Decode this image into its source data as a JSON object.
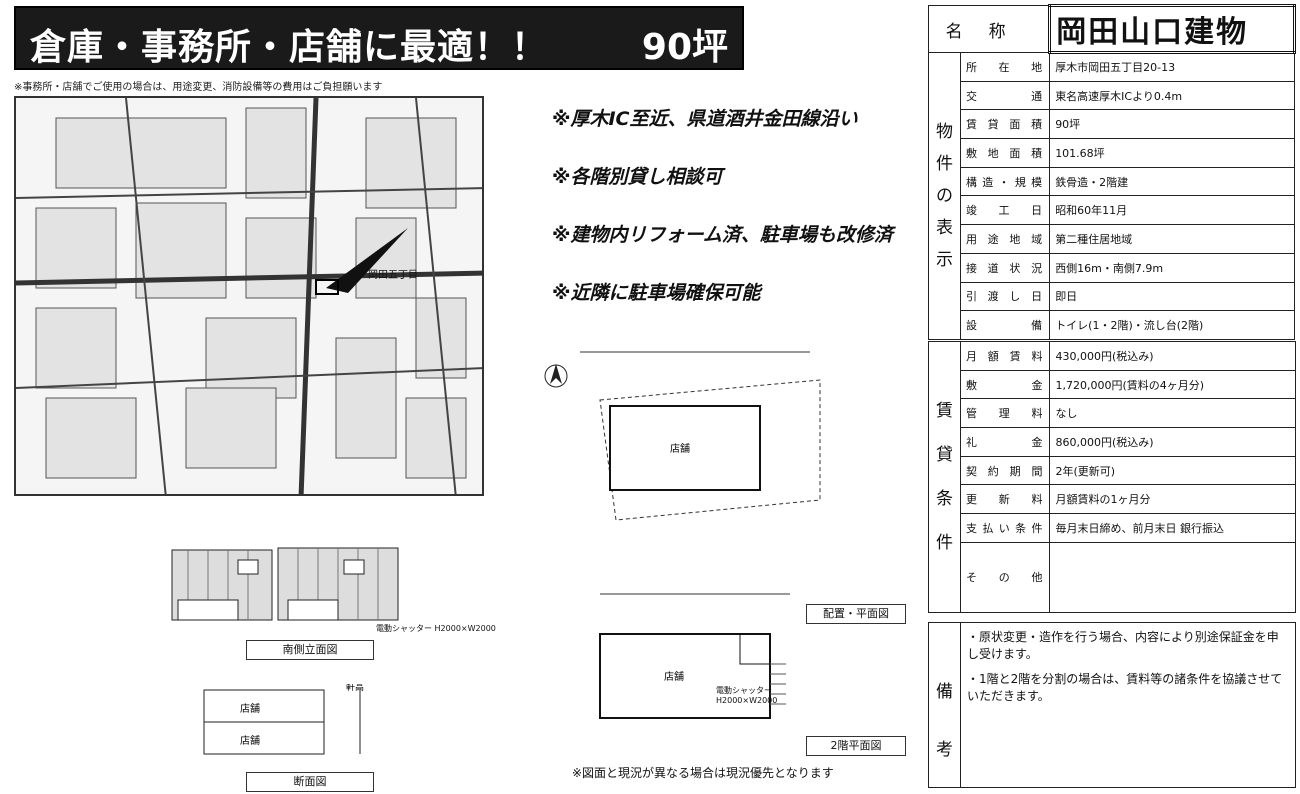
{
  "header": {
    "title": "倉庫・事務所・店舗に最適！！",
    "tsubo": "90坪",
    "note": "※事務所・店舗でご使用の場合は、用途変更、消防設備等の費用はご負担願います"
  },
  "highlights": [
    "※厚木IC至近、県道酒井金田線沿い",
    "※各階別貸し相談可",
    "※建物内リフォーム済、駐車場も改修済",
    "※近隣に駐車場確保可能"
  ],
  "drawings": {
    "south_elevation": "南側立面図",
    "section": "断面図",
    "site_plan": "配置・平面図",
    "floor2_plan": "2階平面図",
    "map_label": "岡田五丁目",
    "shop": "店舗",
    "shutter_1": "電動シャッター H2000×W2000",
    "shutter_2": "電動シャッター H2000×W2000",
    "ceiling": "軒高"
  },
  "property": {
    "name_label": "名称",
    "name": "岡田山口建物",
    "section_label": [
      "物",
      "件",
      "の",
      "表",
      "示"
    ],
    "rows": [
      {
        "label": "所在地",
        "value": "厚木市岡田五丁目20-13"
      },
      {
        "label": "交通",
        "value": "東名高速厚木ICより0.4m"
      },
      {
        "label": "賃貸面積",
        "value": "90坪"
      },
      {
        "label": "敷地面積",
        "value": "101.68坪"
      },
      {
        "label": "構造・規模",
        "value": "鉄骨造・2階建"
      },
      {
        "label": "竣工日",
        "value": "昭和60年11月"
      },
      {
        "label": "用途地域",
        "value": "第二種住居地域"
      },
      {
        "label": "接道状況",
        "value": "西側16m・南側7.9m"
      },
      {
        "label": "引渡し日",
        "value": "即日"
      },
      {
        "label": "設備",
        "value": "トイレ(1・2階)・流し台(2階)"
      }
    ]
  },
  "terms": {
    "section_label": [
      "賃",
      "貸",
      "条",
      "件"
    ],
    "rows": [
      {
        "label": "月額賃料",
        "value": "430,000円(税込み)"
      },
      {
        "label": "敷金",
        "value": "1,720,000円(賃料の4ヶ月分)"
      },
      {
        "label": "管理料",
        "value": "なし"
      },
      {
        "label": "礼金",
        "value": "860,000円(税込み)"
      },
      {
        "label": "契約期間",
        "value": "2年(更新可)"
      },
      {
        "label": "更新料",
        "value": "月額賃料の1ヶ月分"
      },
      {
        "label": "支払い条件",
        "value": "毎月末日締め、前月末日 銀行振込"
      },
      {
        "label": "その他",
        "value": ""
      }
    ]
  },
  "remarks": {
    "label": [
      "備",
      "考"
    ],
    "items": [
      "・原状変更・造作を行う場合、内容により別途保証金を申し受けます。",
      "・1階と2階を分割の場合は、賃料等の諸条件を協議させていただきます。"
    ]
  },
  "footer_note": "※図面と現況が異なる場合は現況優先となります"
}
